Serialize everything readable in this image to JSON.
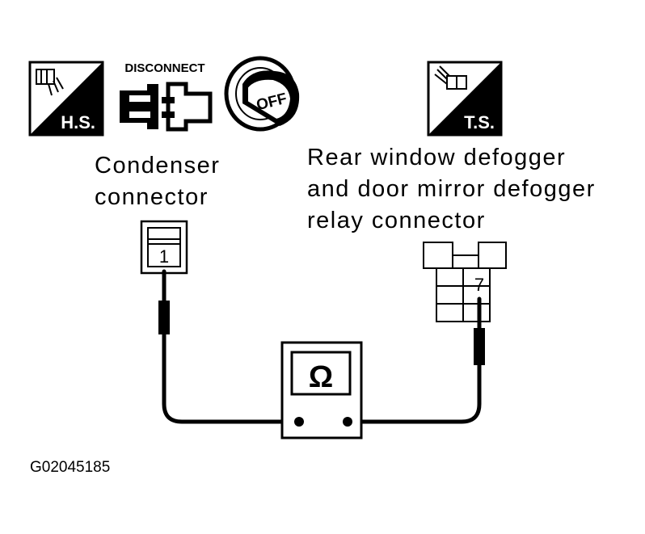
{
  "icons": {
    "hs": "H.S.",
    "disconnect": "DISCONNECT",
    "off": "OFF",
    "ts": "T.S."
  },
  "labels": {
    "condenser_line1": "Condenser",
    "condenser_line2": "connector",
    "relay_line1": "Rear window defogger",
    "relay_line2": "and door mirror defogger",
    "relay_line3": "relay connector"
  },
  "terminals": {
    "condenser": "1",
    "relay": "7"
  },
  "meter_symbol": "Ω",
  "figure_id": "G02045185"
}
